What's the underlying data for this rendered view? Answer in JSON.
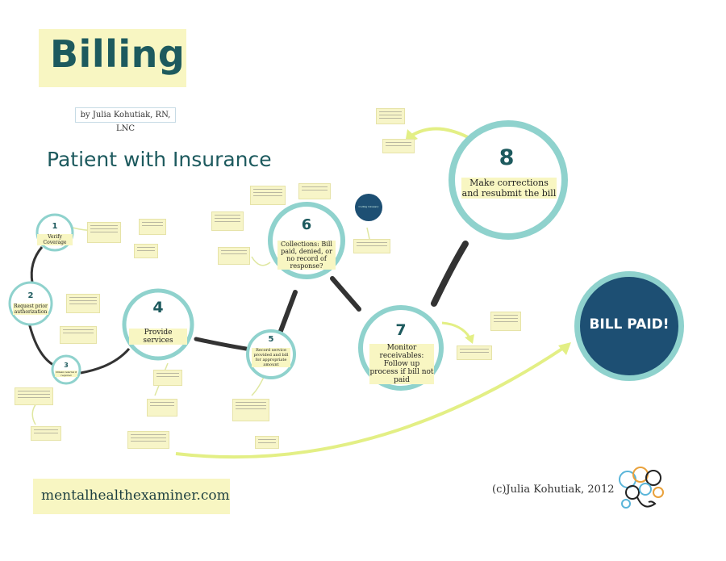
{
  "header": {
    "title": "Billing",
    "byline": "by Julia Kohutiak, RN, LNC",
    "subtitle": "Patient with Insurance"
  },
  "steps": [
    {
      "number": "1",
      "label": "Verify Coverage"
    },
    {
      "number": "2",
      "label": "Request prior authorization"
    },
    {
      "number": "3",
      "label": "Obtain referral if required"
    },
    {
      "number": "4",
      "label": "Provide services"
    },
    {
      "number": "5",
      "label": "Record service provided and bill for appropriate amount"
    },
    {
      "number": "6",
      "label": "Collections: Bill paid, denied, or no record of response?"
    },
    {
      "number": "7",
      "label": "Monitor receivables: Follow up process if bill not paid"
    },
    {
      "number": "8",
      "label": "Make corrections and resubmit the bill"
    }
  ],
  "outcome": {
    "label": "BILL PAID!"
  },
  "coding": {
    "label": "Coding Glossary"
  },
  "footer": {
    "website": "mentalhealthexaminer.com",
    "copyright": "(c)Julia Kohutiak, 2012"
  },
  "colors": {
    "teal_dark": "#1d5a5e",
    "ring": "#8fd2cd",
    "note_yellow": "#f8f6c2",
    "navy": "#1d4f73",
    "lime_arrow": "#e3ef85"
  }
}
